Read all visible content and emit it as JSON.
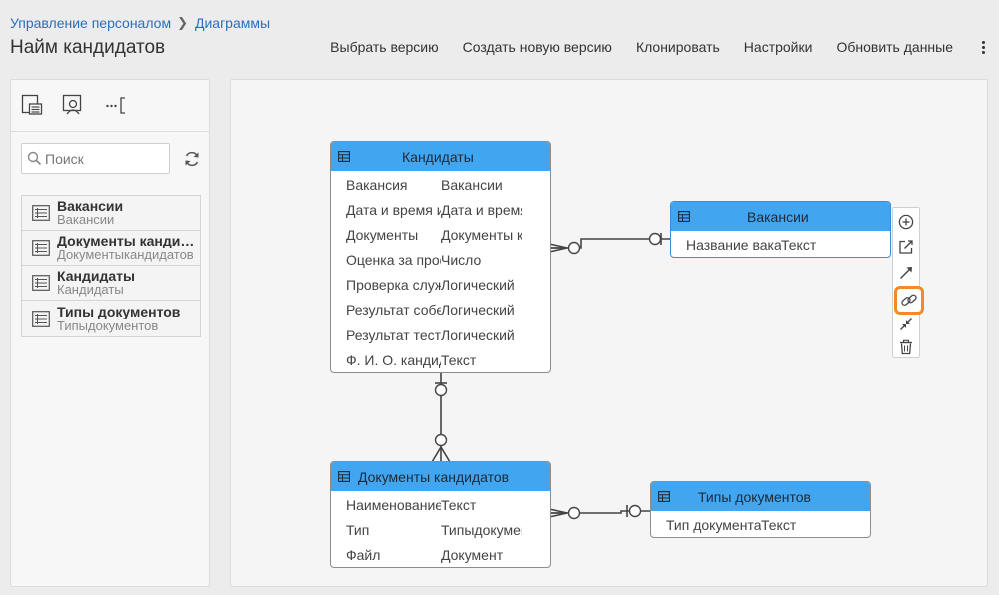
{
  "breadcrumb": {
    "root": "Управление персоналом",
    "current": "Диаграммы"
  },
  "page_title": "Найм кандидатов",
  "toolbar": {
    "select_version": "Выбрать версию",
    "new_version": "Создать новую версию",
    "clone": "Клонировать",
    "settings": "Настройки",
    "refresh": "Обновить данные"
  },
  "search": {
    "placeholder": "Поиск",
    "value": ""
  },
  "sidebar_items": [
    {
      "title": "Вакансии",
      "subtitle": "Вакансии"
    },
    {
      "title": "Документы кандидатов",
      "subtitle": "Документыкандидатов"
    },
    {
      "title": "Кандидаты",
      "subtitle": "Кандидаты"
    },
    {
      "title": "Типы документов",
      "subtitle": "Типыдокументов"
    }
  ],
  "entities": {
    "candidates": {
      "title": "Кандидаты",
      "fields": [
        {
          "name": "Вакансия",
          "type": "Вакансии"
        },
        {
          "name": "Дата и время интервью",
          "type": "Дата и время"
        },
        {
          "name": "Документы",
          "type": "Документы кандидатов"
        },
        {
          "name": "Оценка за профиль",
          "type": "Число"
        },
        {
          "name": "Проверка службой безопасности",
          "type": "Логический"
        },
        {
          "name": "Результат собеседования",
          "type": "Логический"
        },
        {
          "name": "Результат тестирования",
          "type": "Логический"
        },
        {
          "name": "Ф. И. О. кандидата",
          "type": "Текст"
        }
      ]
    },
    "vacancies": {
      "title": "Вакансии",
      "fields": [
        {
          "name": "Название вакансии",
          "type": "Текст"
        }
      ]
    },
    "candidate_docs": {
      "title": "Документы кандидатов",
      "fields": [
        {
          "name": "Наименование",
          "type": "Текст"
        },
        {
          "name": "Тип",
          "type": "Типыдокументов"
        },
        {
          "name": "Файл",
          "type": "Документ"
        }
      ]
    },
    "doc_types": {
      "title": "Типы документов",
      "fields": [
        {
          "name": "Тип документа",
          "type": "Текст"
        }
      ]
    }
  },
  "colors": {
    "link": "#2a6fbe",
    "header": "#42a5f0",
    "highlight": "#f08a2d"
  }
}
